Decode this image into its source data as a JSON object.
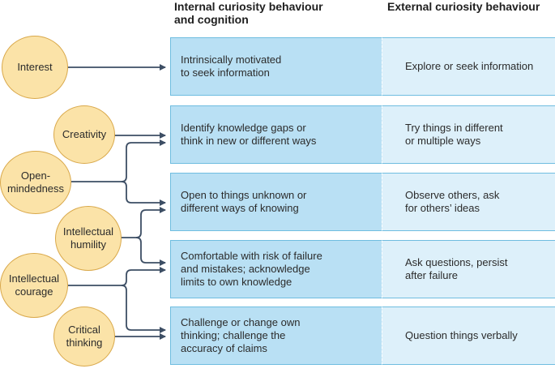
{
  "headers": {
    "internal": "Internal curiosity behaviour\nand cognition",
    "external": "External curiosity behaviour"
  },
  "nodes": [
    {
      "id": "interest",
      "label": "Interest"
    },
    {
      "id": "creativity",
      "label": "Creativity"
    },
    {
      "id": "open-mindedness",
      "label": "Open-\nmindedness"
    },
    {
      "id": "intellectual-humility",
      "label": "Intellectual\nhumility"
    },
    {
      "id": "intellectual-courage",
      "label": "Intellectual\ncourage"
    },
    {
      "id": "critical-thinking",
      "label": "Critical\nthinking"
    }
  ],
  "rows": [
    {
      "internal": "Intrinsically motivated\nto seek information",
      "external": "Explore or seek information"
    },
    {
      "internal": "Identify knowledge gaps or\nthink in new or different ways",
      "external": "Try things in different\nor multiple ways"
    },
    {
      "internal": "Open to things unknown or\ndifferent ways of knowing",
      "external": "Observe others, ask\nfor others’ ideas"
    },
    {
      "internal": "Comfortable with risk of failure\nand mistakes; acknowledge\nlimits to own knowledge",
      "external": "Ask questions, persist\nafter failure"
    },
    {
      "internal": "Challenge or change own\nthinking; challenge the\naccuracy of claims",
      "external": "Question things verbally"
    }
  ],
  "colors": {
    "node_fill": "#fbe3a8",
    "node_border": "#d9a84a",
    "internal_fill": "#b9e0f4",
    "external_fill": "#ddf0fa",
    "box_border": "#6fbde0",
    "arrow": "#3d4e64"
  }
}
